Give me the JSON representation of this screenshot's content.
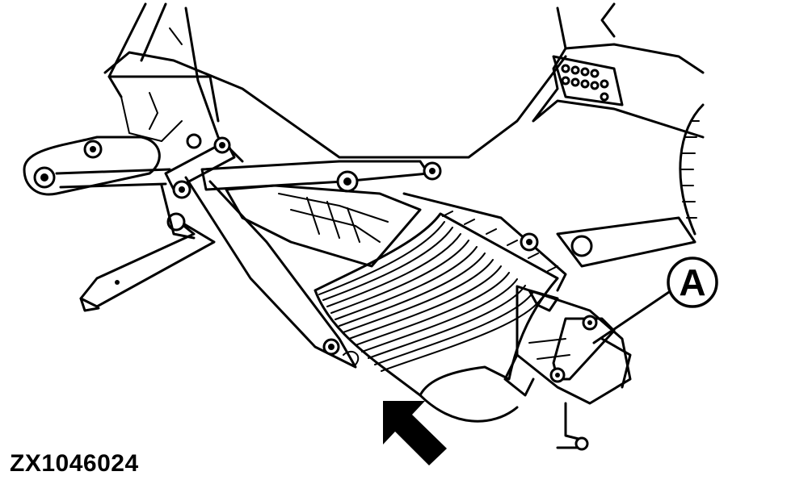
{
  "figure": {
    "id": "ZX1046024",
    "callouts": [
      {
        "label": "A"
      }
    ],
    "colors": {
      "ink": "#000000",
      "paper": "#ffffff"
    },
    "icons": [
      "direction-arrow-icon",
      "callout-circle"
    ]
  }
}
